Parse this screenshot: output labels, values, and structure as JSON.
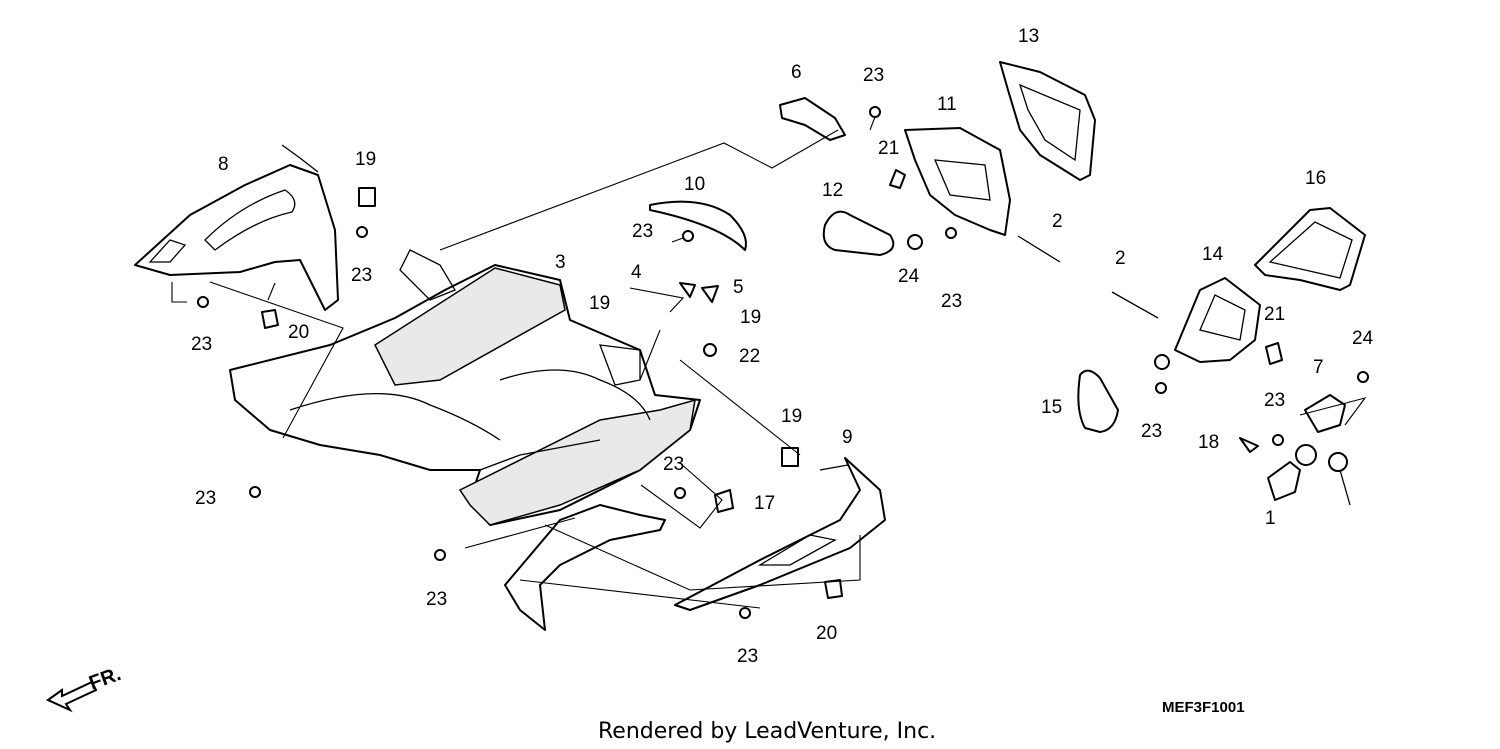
{
  "diagram": {
    "callouts": [
      "1",
      "2",
      "2",
      "3",
      "4",
      "5",
      "6",
      "7",
      "8",
      "9",
      "10",
      "11",
      "12",
      "13",
      "14",
      "15",
      "16",
      "17",
      "18",
      "19",
      "19",
      "19",
      "19",
      "20",
      "20",
      "21",
      "21",
      "22",
      "23",
      "23",
      "23",
      "23",
      "23",
      "23",
      "23",
      "23",
      "23",
      "23",
      "23",
      "24",
      "24"
    ],
    "direction_label": "FR.",
    "drawing_code": "MEF3F1001",
    "credit": "Rendered by LeadVenture, Inc."
  }
}
